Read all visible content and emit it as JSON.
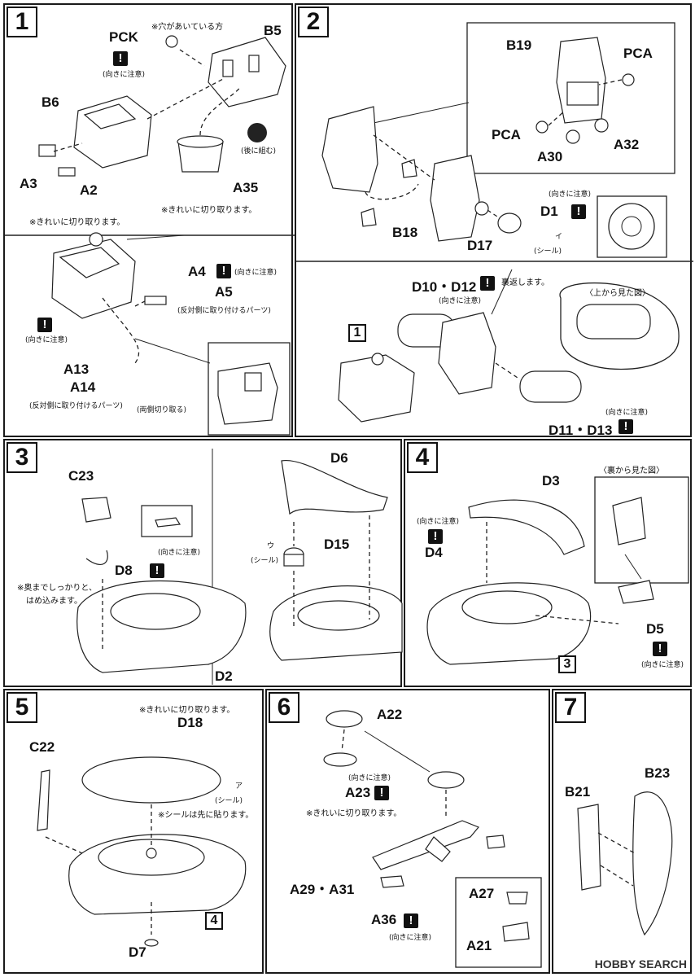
{
  "steps": [
    {
      "number": "1"
    },
    {
      "number": "2"
    },
    {
      "number": "3"
    },
    {
      "number": "4"
    },
    {
      "number": "5"
    },
    {
      "number": "6"
    },
    {
      "number": "7"
    }
  ],
  "step1": {
    "pck_label": "PCK",
    "hole_note": "※穴があいている方",
    "b5": "B5",
    "b6": "B6",
    "attention": "(向きに注意)",
    "back_assembly": "(後に組む)",
    "a3": "A3",
    "a2": "A2",
    "a35": "A35",
    "cut_clean_1": "※きれいに切り取ります。",
    "cut_clean_2": "※きれいに切り取ります。",
    "a4": "A4",
    "a5": "A5",
    "opposite_side": "(反対側に取り付けるパーツ)",
    "a13": "A13",
    "a14": "A14",
    "cut_both": "(両側切り取る)"
  },
  "step2": {
    "b19": "B19",
    "pca_top": "PCA",
    "pca_mid": "PCA",
    "a30": "A30",
    "a32": "A32",
    "b18": "B18",
    "d17": "D17",
    "d1": "D1",
    "sticker_i": "(シール)",
    "sticker_mark": "イ",
    "d10_d12": "D10・D12",
    "flip": "裏返します。",
    "top_view": "〈上から見た図〉",
    "d11_d13": "D11・D13",
    "ref_1": "1"
  },
  "step3": {
    "c23": "C23",
    "d8": "D8",
    "push_note_1": "※奥までしっかりと、",
    "push_note_2": "はめ込みます。",
    "d2": "D2",
    "d6": "D6",
    "d15": "D15",
    "sticker_u": "(シール)",
    "sticker_mark": "ウ"
  },
  "step4": {
    "d3": "D3",
    "back_view": "〈裏から見た図〉",
    "d4": "D4",
    "d5": "D5",
    "ref_3": "3"
  },
  "step5": {
    "cut_clean": "※きれいに切り取ります。",
    "d18": "D18",
    "c22": "C22",
    "sticker_a": "(シール)",
    "sticker_mark": "ア",
    "sticker_first": "※シールは先に貼ります。",
    "d7": "D7",
    "ref_4": "4"
  },
  "step6": {
    "a22": "A22",
    "a23": "A23",
    "cut_clean": "※きれいに切り取ります。",
    "a29_a31": "A29・A31",
    "a27": "A27",
    "a21": "A21",
    "a36": "A36"
  },
  "step7": {
    "b21": "B21",
    "b23": "B23"
  },
  "watermark": "HOBBY SEARCH"
}
